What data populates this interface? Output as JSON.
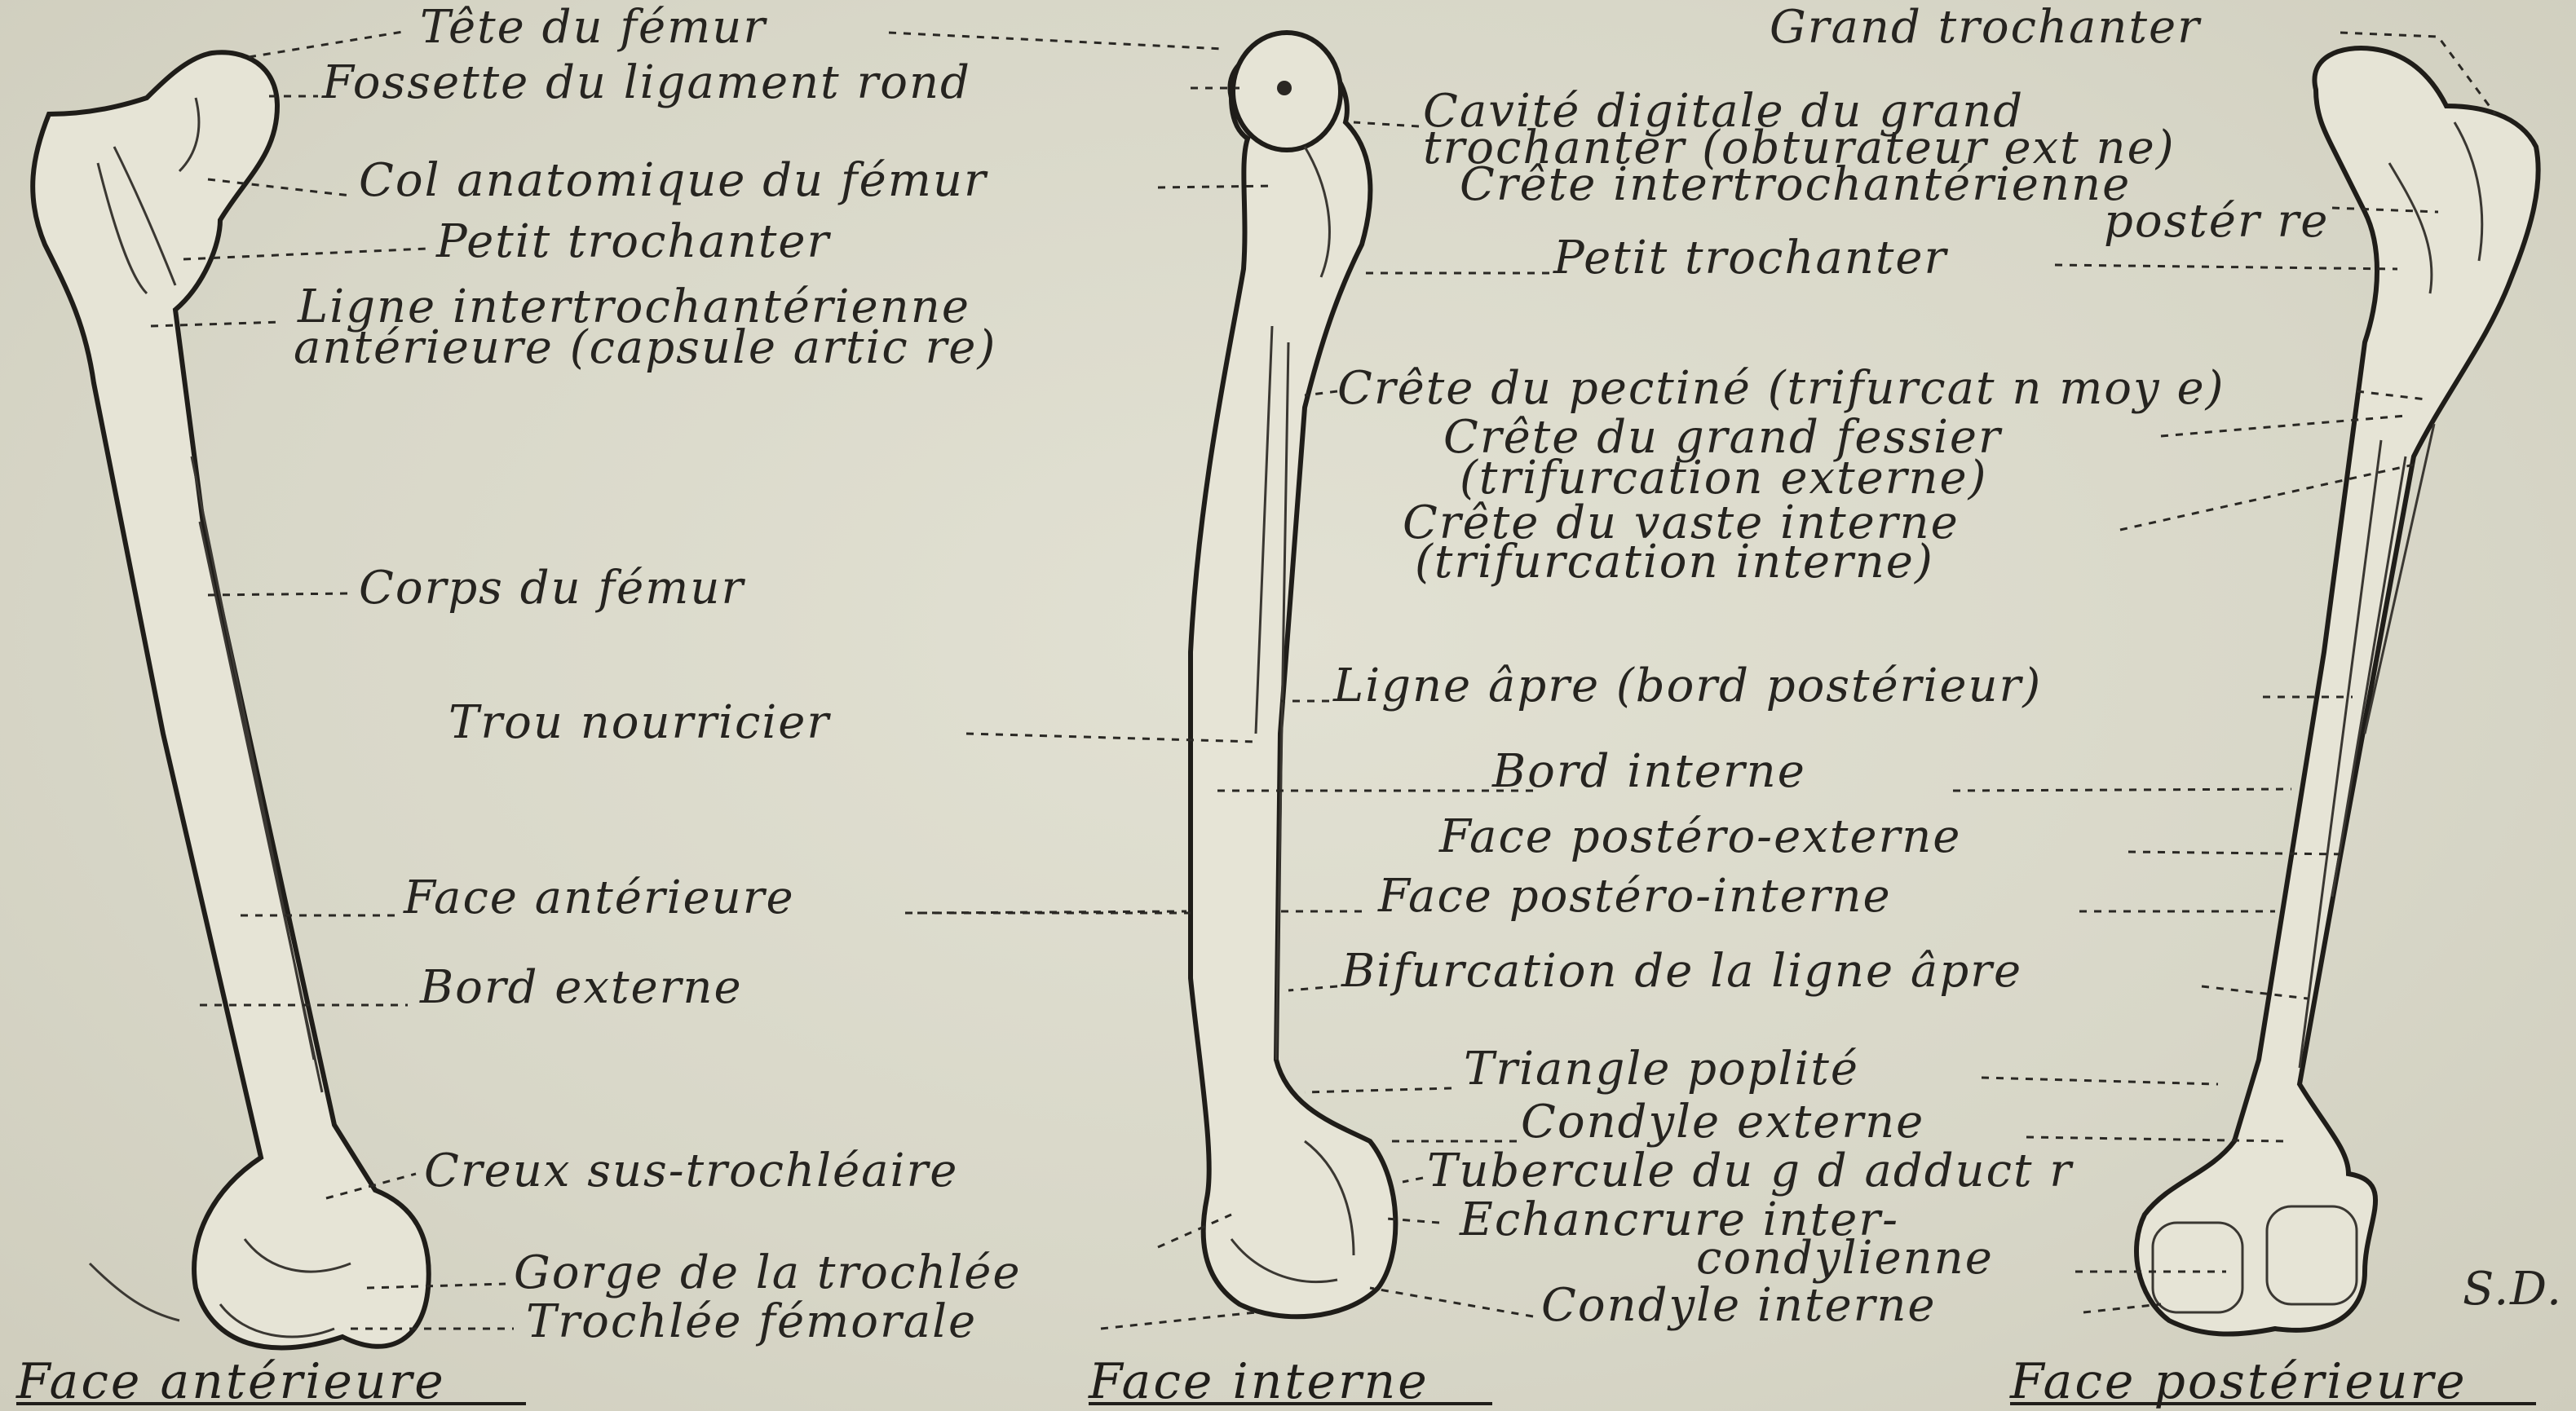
{
  "labels": {
    "tete_du_femur": "Tête du fémur",
    "fossette": "Fossette du ligament rond",
    "col_anatomique": "Col anatomique du fémur",
    "petit_trochanter_left": "Petit trochanter",
    "ligne_intertroch_1": "Ligne intertrochantérienne",
    "ligne_intertroch_2": "antérieure (capsule artic re)",
    "corps_du_femur": "Corps du fémur",
    "trou_nourricier": "Trou nourricier",
    "face_anterieure": "Face antérieure",
    "bord_externe": "Bord externe",
    "creux_sus_trochleaire": "Creux sus-trochléaire",
    "gorge_trochlee": "Gorge de la trochlée",
    "trochlee_femorale": "Trochlée fémorale",
    "cavite_digitale_1": "Cavité digitale du grand",
    "cavite_digitale_2": "trochanter (obturateur ext ne)",
    "crete_intertroch_1": "Crête intertrochantérienne",
    "crete_intertroch_2": "postér re",
    "petit_trochanter_right": "Petit trochanter",
    "crete_pectine": "Crête du pectiné (trifurcat n moy e)",
    "crete_grand_fessier_1": "Crête du grand fessier",
    "crete_grand_fessier_2": "(trifurcation externe)",
    "crete_vaste_1": "Crête du vaste interne",
    "crete_vaste_2": "(trifurcation interne)",
    "ligne_apre": "Ligne âpre (bord postérieur)",
    "bord_interne": "Bord interne",
    "face_postero_externe": "Face postéro-externe",
    "face_postero_interne": "Face postéro-interne",
    "bifurcation": "Bifurcation de la ligne âpre",
    "triangle_poplite": "Triangle poplité",
    "condyle_externe": "Condyle externe",
    "tubercule_adducteur": "Tubercule du g d adduct r",
    "echancrure_1": "Echancrure inter-",
    "echancrure_2": "condylienne",
    "condyle_interne": "Condyle interne",
    "grand_trochanter": "Grand trochanter",
    "signature": "S.D."
  },
  "captions": {
    "anterieure": "Face antérieure",
    "interne": "Face interne",
    "posterieure": "Face postérieure"
  }
}
